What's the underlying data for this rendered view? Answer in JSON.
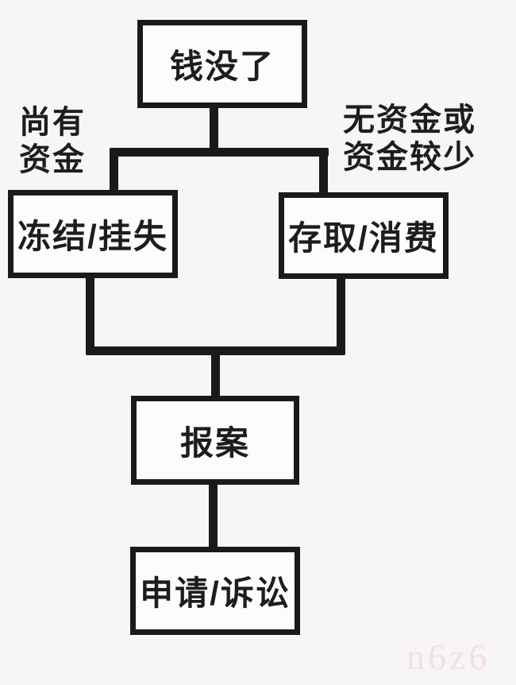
{
  "flowchart": {
    "nodes": {
      "money_gone": "钱没了",
      "freeze_loss": "冻结/挂失",
      "withdraw_consume": "存取/消费",
      "report_case": "报案",
      "apply_litigation": "申请/诉讼"
    },
    "branch_labels": {
      "left_line1": "尚有",
      "left_line2": "资金",
      "right_line1": "无资金或",
      "right_line2": "资金较少"
    }
  },
  "watermark": {
    "text": "n6z6",
    "color": "#f5dfdf"
  },
  "colors": {
    "line": "#1a1a1a",
    "background": "#f7f5f6",
    "box_fill": "#fdfcfd",
    "text": "#1d1d1d"
  }
}
